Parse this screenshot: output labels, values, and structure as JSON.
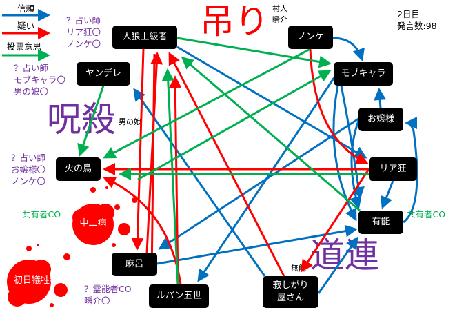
{
  "legend": {
    "trust": "信頼",
    "doubt": "疑い",
    "vote": "投票意思"
  },
  "colors": {
    "trust": "#0070c0",
    "doubt": "#ff0000",
    "vote": "#00b050",
    "note": "#7030a0",
    "hanged": "#ff0000"
  },
  "info": {
    "day": "2日目",
    "count": "発言数:98"
  },
  "banners": {
    "hanged": "吊り",
    "cursed": "呪殺",
    "michizure": "道連"
  },
  "small_labels": {
    "villager": "村人",
    "shunsuke": "瞬介",
    "otokonoko": "男の娘",
    "muno": "無能"
  },
  "nodes": {
    "jinro": "人狼上級者",
    "yandere": "ヤンデレ",
    "nonke": "ノンケ",
    "mob": "モブキャラ",
    "ojou": "お嬢様",
    "hinotori": "火の鳥",
    "riakyo": "リア狂",
    "yuno": "有能",
    "chuni": "中二病",
    "maro": "麻呂",
    "shonichi": "初日犠牲者",
    "lupin": "ルパン五世",
    "sabishi_1": "寂しがり",
    "sabishi_2": "屋さん"
  },
  "notes": {
    "seer1": [
      "？占い師",
      "リア狂〇",
      "ノンケ〇"
    ],
    "seer2": [
      "？占い師",
      "モブキャラ〇",
      "男の娘〇"
    ],
    "seer3": [
      "？占い師",
      "お嬢様〇",
      "ノンケ〇"
    ],
    "medium": [
      "？霊能者CO",
      "瞬介〇"
    ],
    "mason1": "共有者CO",
    "mason2": "共有者CO"
  }
}
